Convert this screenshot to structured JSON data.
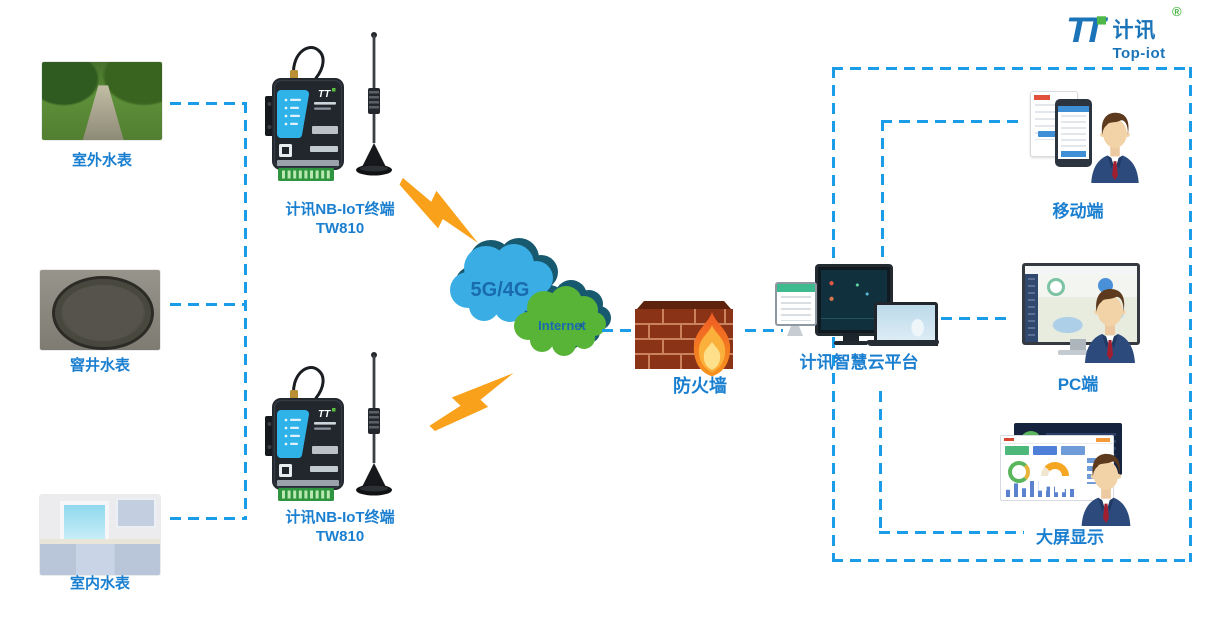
{
  "logo": {
    "tt": "TT",
    "brand_cn": "计讯",
    "registered": "®",
    "brand_en": "Top-iot"
  },
  "sources": [
    {
      "label": "室外水表"
    },
    {
      "label": "窨井水表"
    },
    {
      "label": "室内水表"
    }
  ],
  "devices": {
    "label_line1": "计讯NB-IoT终端",
    "label_line2": "TW810",
    "logo_mark": "TT"
  },
  "network": {
    "cloud_4g_label": "5G/4G",
    "cloud_internet_label": "Internet"
  },
  "firewall": {
    "label": "防火墙"
  },
  "platform": {
    "label": "计讯智慧云平台"
  },
  "clients": {
    "mobile": "移动端",
    "pc": "PC端",
    "screen": "大屏显示"
  },
  "colors": {
    "connector_line": "#1b9ce8",
    "label_text": "#1b7fd0",
    "cloud_blue": "#3aaee4",
    "cloud_green": "#57b437",
    "cloud_shadow": "#17596f",
    "lightning": "#f9a11b",
    "brick": "#8a3317",
    "logo_blue": "#1b74b8",
    "logo_green": "#4db848"
  }
}
